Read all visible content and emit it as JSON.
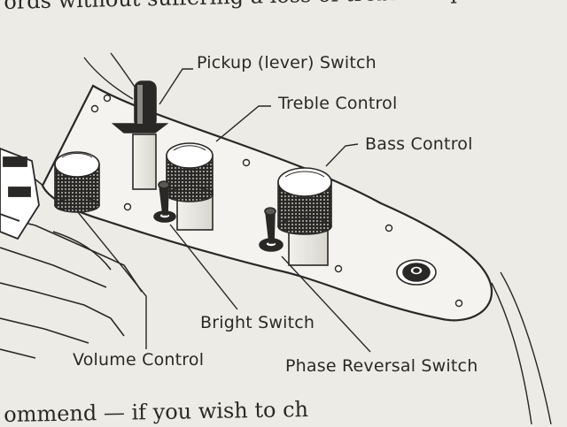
{
  "text": {
    "top_line": "ords without suffering a loss of treble response.",
    "bottom_line": "ommend — if you wish to ch"
  },
  "labels": {
    "pickup_switch": "Pickup (lever) Switch",
    "treble_control": "Treble Control",
    "bass_control": "Bass Control",
    "bright_switch": "Bright Switch",
    "volume_control": "Volume Control",
    "phase_switch": "Phase Reversal Switch"
  },
  "colors": {
    "paper": "#ecebe6",
    "ink": "#2a2826"
  }
}
